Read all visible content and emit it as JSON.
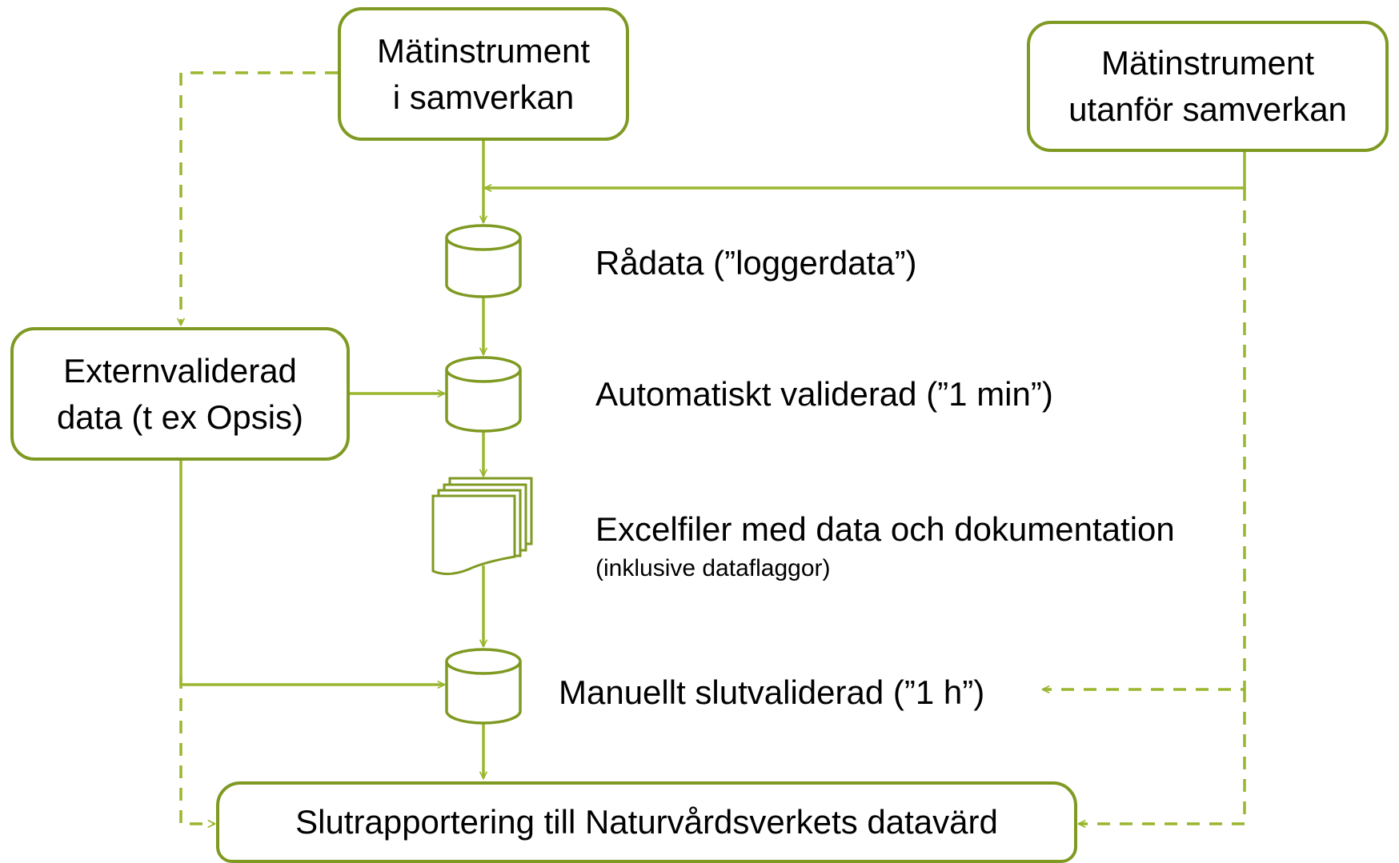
{
  "nodes": {
    "instrument_in": "Mätinstrument\ni samverkan",
    "instrument_out": "Mätinstrument\nutanför samverkan",
    "external_validated": "Externvaliderad\ndata (t ex Opsis)",
    "final_report": "Slutrapportering till Naturvårdsverkets datavärd"
  },
  "steps": {
    "raw": "Rådata (”loggerdata”)",
    "auto": "Automatiskt validerad (”1 min”)",
    "excel": "Excelfiler med data och dokumentation",
    "excel_note": "(inklusive dataflaggor)",
    "manual": "Manuellt slutvaliderad (”1 h”)"
  },
  "colors": {
    "accent": "#7f9a22",
    "line": "#9ab62e"
  }
}
